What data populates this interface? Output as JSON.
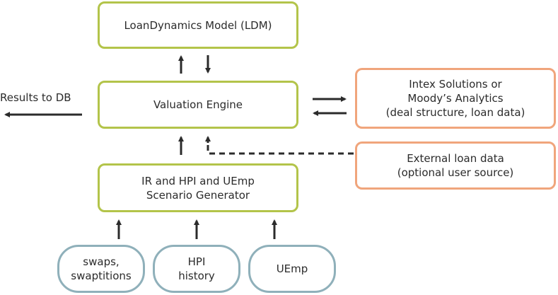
{
  "nodes": {
    "ldm": "LoanDynamics Model (LDM)",
    "engine": "Valuation Engine",
    "scenario": "IR and HPI and UEmp\nScenario Generator",
    "intex": "Intex Solutions or\nMoody’s Analytics\n(deal structure, loan data)",
    "external": "External loan data\n(optional user source)",
    "swaps": "swaps,\nswaptitions",
    "hpi": "HPI\nhistory",
    "uemp": "UEmp"
  },
  "labels": {
    "results": "Results to DB"
  },
  "colors": {
    "green_border": "#b3c44a",
    "orange_border": "#f0a57c",
    "blue_border": "#8fb0ba",
    "arrow": "#2b2b2b"
  }
}
